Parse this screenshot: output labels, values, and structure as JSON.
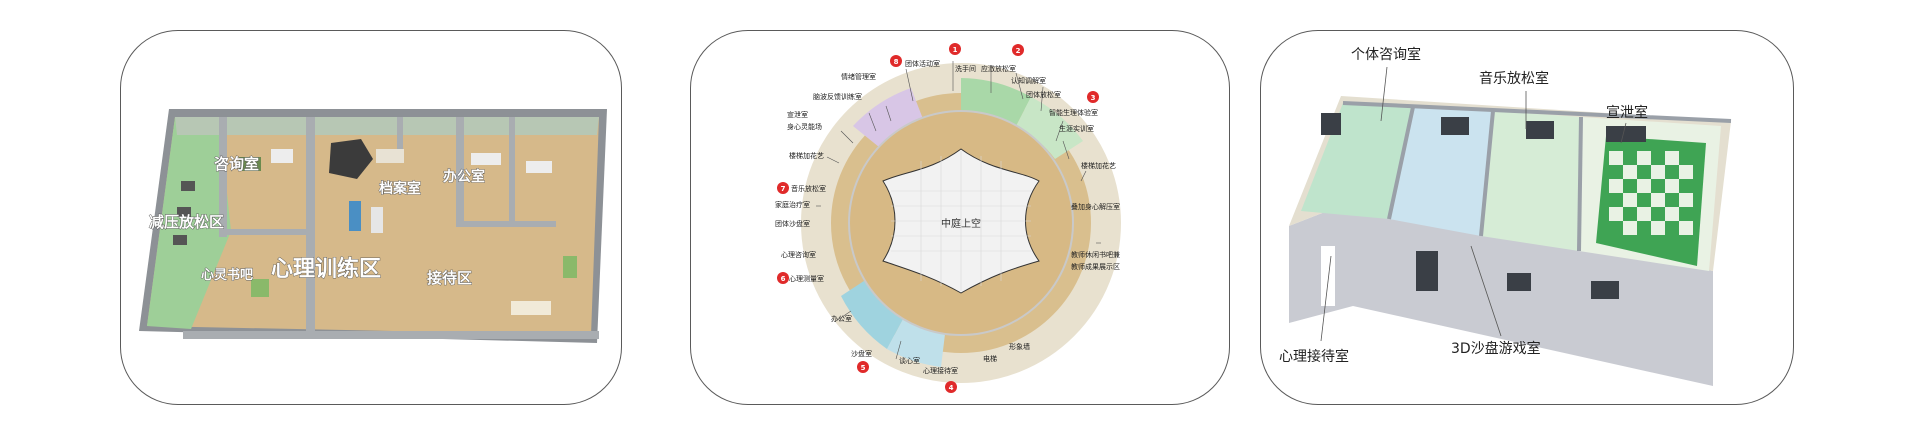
{
  "panel1": {
    "labels": {
      "zixunshi": "咨询室",
      "dangganshi": "档案室",
      "bangongshi": "办公室",
      "jianya": "减压放松区",
      "xinling": "心灵书吧",
      "xunlian": "心理训练区",
      "jiedai": "接待区"
    }
  },
  "panel2": {
    "center": "中庭上空",
    "labels": [
      {
        "key": "l1",
        "text": "团体活动室",
        "badge": "1"
      },
      {
        "key": "l2",
        "text": "洗手间",
        "badge": ""
      },
      {
        "key": "l3",
        "text": "应激放松室",
        "badge": "2"
      },
      {
        "key": "l4",
        "text": "情绪管理室",
        "badge": "8"
      },
      {
        "key": "l5",
        "text": "认知调解室",
        "badge": ""
      },
      {
        "key": "l6",
        "text": "团体放松室",
        "badge": "3"
      },
      {
        "key": "l7",
        "text": "脑波反馈训练室",
        "badge": ""
      },
      {
        "key": "l8",
        "text": "智能生理体验室",
        "badge": ""
      },
      {
        "key": "l9",
        "text": "宣泄室",
        "badge": ""
      },
      {
        "key": "l10",
        "text": "生涯实训室",
        "badge": ""
      },
      {
        "key": "l11",
        "text": "身心灵能场",
        "badge": ""
      },
      {
        "key": "l12",
        "text": "楼梯加花艺",
        "badge": ""
      },
      {
        "key": "l13",
        "text": "楼梯加花艺",
        "badge": ""
      },
      {
        "key": "l14",
        "text": "音乐放松室",
        "badge": "7"
      },
      {
        "key": "l15",
        "text": "家庭治疗室",
        "badge": ""
      },
      {
        "key": "l16",
        "text": "叠加身心解压室",
        "badge": ""
      },
      {
        "key": "l17",
        "text": "团体沙盘室",
        "badge": ""
      },
      {
        "key": "l18",
        "text": "心理咨询室",
        "badge": ""
      },
      {
        "key": "l19",
        "text": "心理测量室",
        "badge": "6"
      },
      {
        "key": "l20",
        "text": "教师休闲书吧兼",
        "badge": ""
      },
      {
        "key": "l21",
        "text": "教师成果展示区",
        "badge": ""
      },
      {
        "key": "l22",
        "text": "办公室",
        "badge": ""
      },
      {
        "key": "l23",
        "text": "沙盘室",
        "badge": "5"
      },
      {
        "key": "l24",
        "text": "谈心室",
        "badge": ""
      },
      {
        "key": "l25",
        "text": "电梯",
        "badge": ""
      },
      {
        "key": "l26",
        "text": "形象墙",
        "badge": ""
      },
      {
        "key": "l27",
        "text": "心理接待室",
        "badge": "4"
      }
    ],
    "badge_color": "#e02a2a"
  },
  "panel3": {
    "labels": {
      "geti": "个体咨询室",
      "yinyue": "音乐放松室",
      "xuanxie": "宣泄室",
      "jiedai": "心理接待室",
      "shapan": "3D沙盘游戏室"
    }
  }
}
